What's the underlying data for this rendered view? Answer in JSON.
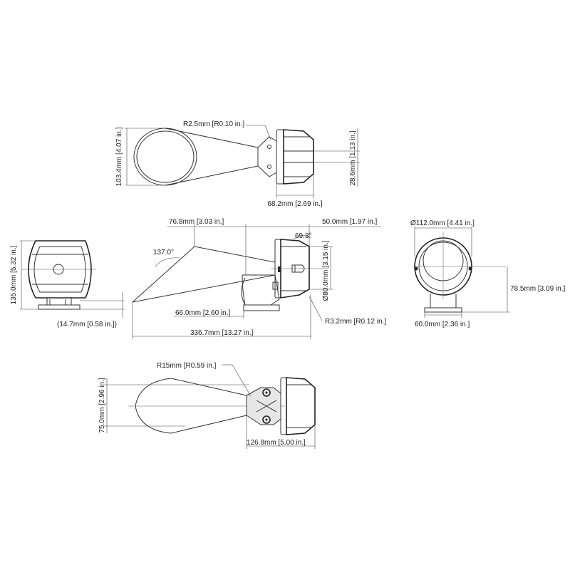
{
  "top_view": {
    "radius_label": "R2.5mm [R0.10 in.]",
    "height_label": "103.4mm [4.07 in.]",
    "width_label": "68.2mm [2.69 in.]",
    "depth_label": "28.6mm [1.13 in.]"
  },
  "side_left_view": {
    "height_label": "135.0mm [5.32 in.]",
    "offset_label": "(14.7mm [0.58 in.])"
  },
  "front_view": {
    "arm_len_label": "76.8mm [3.03 in.]",
    "head_len_label": "50.0mm [1.97 in.]",
    "angle_small_label": "69.3°",
    "angle_large_label": "137.0°",
    "head_dia_label": "Ø80.0mm [3.15 in.]",
    "base_len_label": "66.0mm [2.60 in.]",
    "radius_label": "R3.2mm [R0.12 in.]",
    "total_len_label": "336.7mm [13.27 in.]"
  },
  "right_view": {
    "diameter_label": "Ø112.0mm [4.41 in.]",
    "height_label": "78.5mm [3.09 in.]",
    "base_label": "60.0mm [2.36 in.]"
  },
  "bottom_view": {
    "radius_label": "R15mm [R0.59 in.]",
    "height_label": "75.0mm [2.96 in.]",
    "width_label": "126.8mm [5.00 in.]"
  }
}
